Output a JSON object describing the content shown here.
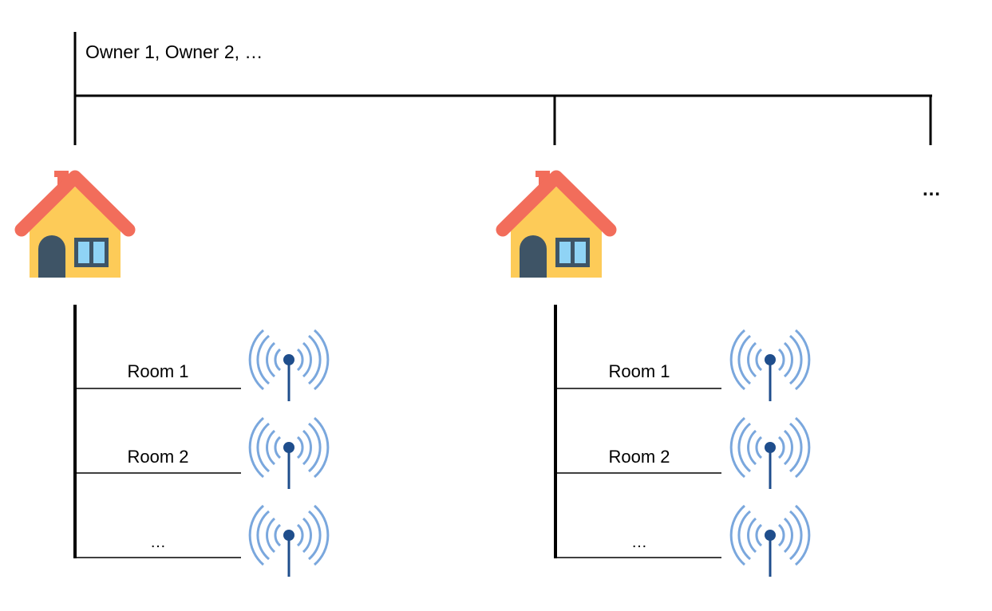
{
  "owners_label": "Owner 1, Owner 2, …",
  "more_houses_label": "…",
  "houses": [
    {
      "icon": "house-icon",
      "rooms": [
        {
          "label": "Room 1",
          "sensor_icon": "wifi-antenna-icon"
        },
        {
          "label": "Room 2",
          "sensor_icon": "wifi-antenna-icon"
        },
        {
          "label": "…",
          "sensor_icon": "wifi-antenna-icon"
        }
      ]
    },
    {
      "icon": "house-icon",
      "rooms": [
        {
          "label": "Room 1",
          "sensor_icon": "wifi-antenna-icon"
        },
        {
          "label": "Room 2",
          "sensor_icon": "wifi-antenna-icon"
        },
        {
          "label": "…",
          "sensor_icon": "wifi-antenna-icon"
        }
      ]
    }
  ],
  "colors": {
    "line": "#000000",
    "roof": "#f26d5b",
    "wall": "#fdcb58",
    "door": "#3e5466",
    "window": "#8fd3f5",
    "window_frame": "#3e5466",
    "antenna": "#1f4e8c",
    "waves": "#7aa7dd"
  }
}
